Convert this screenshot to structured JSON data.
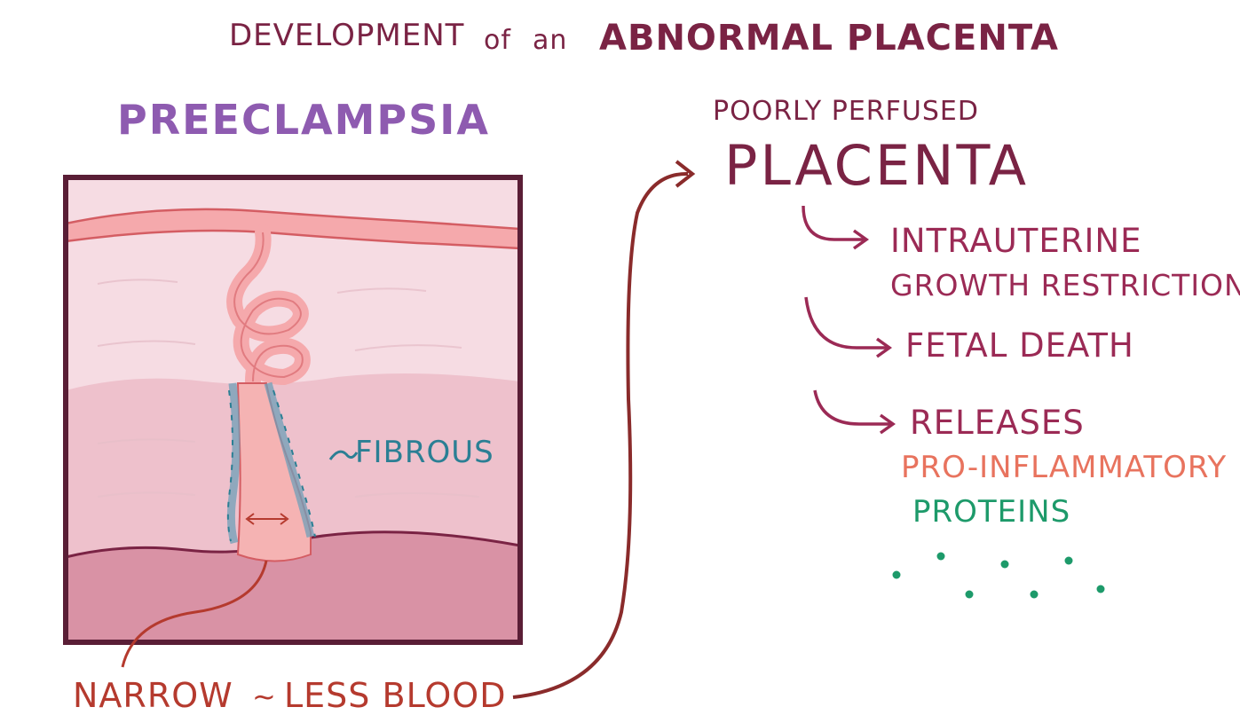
{
  "title": {
    "prefix": "DEVELOPMENT",
    "of": "of",
    "an": "an",
    "main": "ABNORMAL PLACENTA"
  },
  "left_panel": {
    "heading": "PREECLAMPSIA",
    "fibrous_label": "FIBROUS",
    "bottom_label": {
      "narrow": "NARROW",
      "tilde": "~",
      "less_blood": "LESS BLOOD"
    }
  },
  "right_panel": {
    "subheading": "POORLY PERFUSED",
    "heading": "PLACENTA",
    "effects": {
      "iugr_line1": "INTRAUTERINE",
      "iugr_line2": "GROWTH RESTRICTION",
      "fetal_death": "FETAL DEATH",
      "releases": "RELEASES",
      "pro_inflammatory": "PRO-INFLAMMATORY",
      "proteins": "PROTEINS"
    }
  },
  "colors": {
    "title": "#7a2344",
    "preeclampsia": "#8e5bb0",
    "effects": "#9b2a55",
    "pro_inflammatory": "#e8735e",
    "proteins": "#1d9a6a",
    "fibrous": "#2b7f94",
    "narrow": "#b53a2e",
    "box_border": "#5a1e36"
  }
}
